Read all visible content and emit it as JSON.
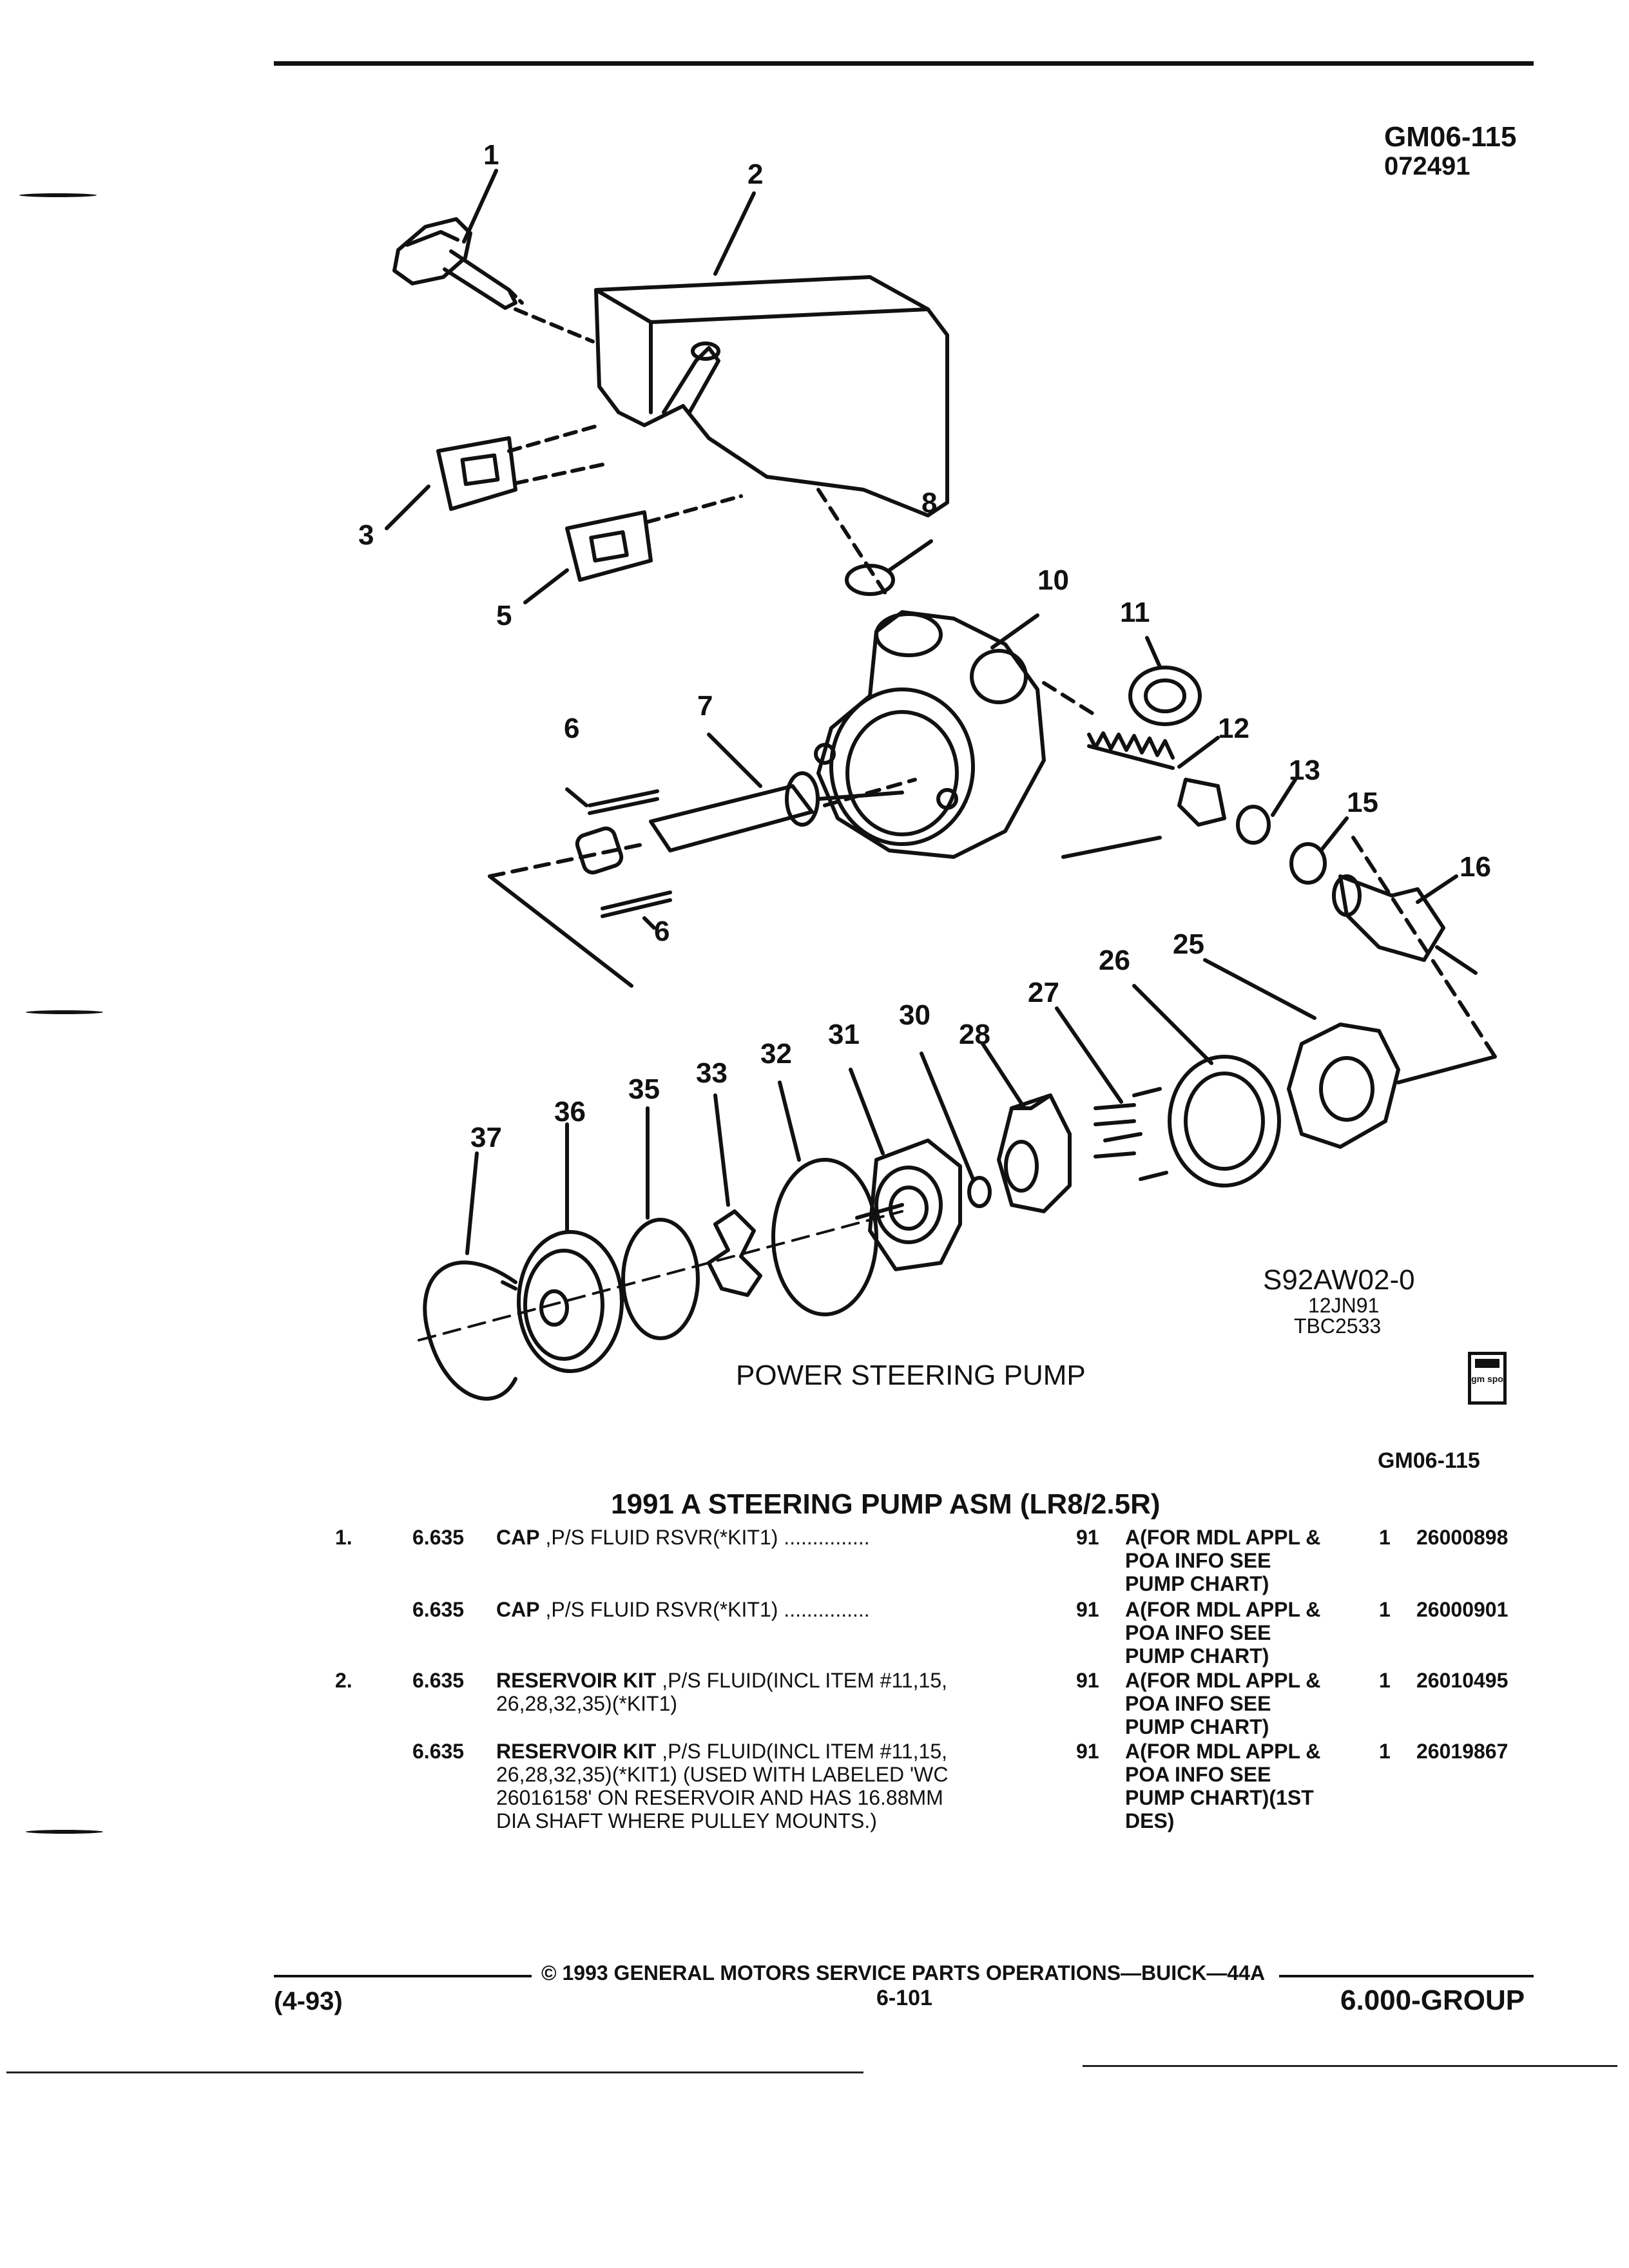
{
  "header": {
    "ref_code": "GM06-115",
    "ref_date": "072491"
  },
  "illustration": {
    "callouts": [
      "1",
      "2",
      "3",
      "5",
      "8",
      "10",
      "11",
      "12",
      "13",
      "15",
      "16",
      "6",
      "7",
      "6",
      "25",
      "26",
      "27",
      "28",
      "30",
      "31",
      "32",
      "33",
      "35",
      "36",
      "37"
    ],
    "art_id": "S92AW02-0",
    "art_date": "12JN91",
    "art_ref": "TBC2533",
    "caption": "POWER STEERING PUMP",
    "logo_text": "gm spo"
  },
  "catalog": {
    "ref_code": "GM06-115",
    "title": "1991 A STEERING PUMP ASM (LR8/2.5R)",
    "entries": [
      {
        "item": "1.",
        "group": "6.635",
        "desc_name": "CAP",
        "desc_rest": " ,P/S FLUID RSVR(*KIT1) ...............",
        "code": "91",
        "appl": "A(FOR MDL APPL &\nPOA INFO SEE\nPUMP CHART)",
        "qty": "1",
        "part": "26000898"
      },
      {
        "item": "",
        "group": "6.635",
        "desc_name": "CAP",
        "desc_rest": " ,P/S FLUID RSVR(*KIT1) ...............",
        "code": "91",
        "appl": "A(FOR MDL APPL &\nPOA INFO SEE\nPUMP CHART)",
        "qty": "1",
        "part": "26000901"
      },
      {
        "item": "2.",
        "group": "6.635",
        "desc_name": "RESERVOIR KIT",
        "desc_rest": " ,P/S FLUID(INCL ITEM #11,15,\n26,28,32,35)(*KIT1)",
        "code": "91",
        "appl": "A(FOR MDL APPL &\nPOA INFO SEE\nPUMP CHART)",
        "qty": "1",
        "part": "26010495"
      },
      {
        "item": "",
        "group": "6.635",
        "desc_name": "RESERVOIR KIT",
        "desc_rest": " ,P/S FLUID(INCL ITEM #11,15,\n26,28,32,35)(*KIT1) (USED WITH LABELED 'WC\n26016158' ON RESERVOIR AND HAS 16.88MM\nDIA SHAFT WHERE PULLEY MOUNTS.)",
        "code": "91",
        "appl": "A(FOR MDL APPL &\nPOA INFO SEE\nPUMP CHART)(1ST\nDES)",
        "qty": "1",
        "part": "26019867"
      }
    ]
  },
  "footer": {
    "copyright": "© 1993 GENERAL MOTORS SERVICE PARTS OPERATIONS—BUICK—44A",
    "page": "6-101",
    "date_code": "(4-93)",
    "group": "6.000-GROUP"
  }
}
